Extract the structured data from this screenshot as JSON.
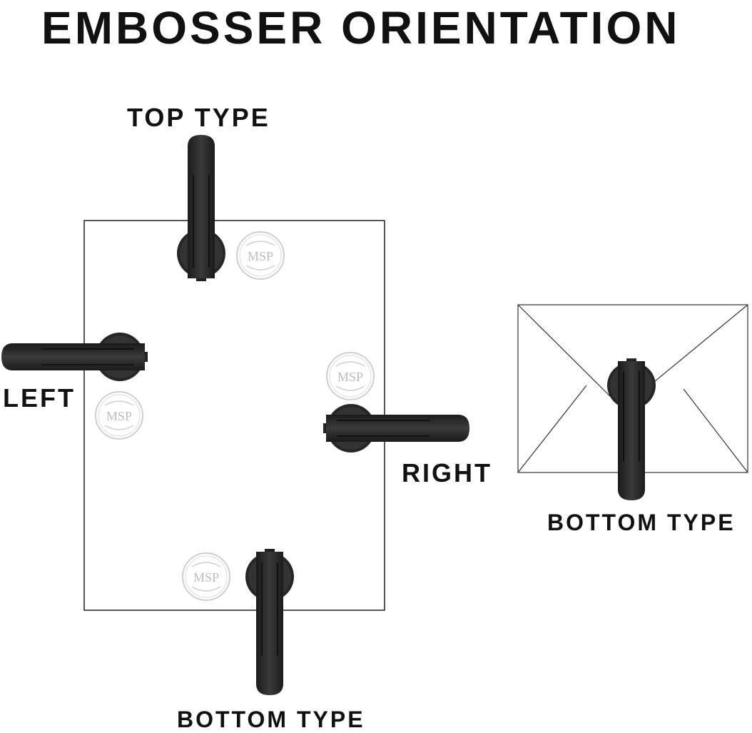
{
  "title": "EMBOSSER ORIENTATION",
  "labels": {
    "top": "TOP TYPE",
    "left": "LEFT",
    "right": "RIGHT",
    "bottom": "BOTTOM TYPE",
    "envelope_bottom": "BOTTOM TYPE"
  },
  "seal_text": "MSP",
  "colors": {
    "embosser": "#2b2b2b",
    "seal": "#c8c8c8",
    "outline": "#222222"
  }
}
